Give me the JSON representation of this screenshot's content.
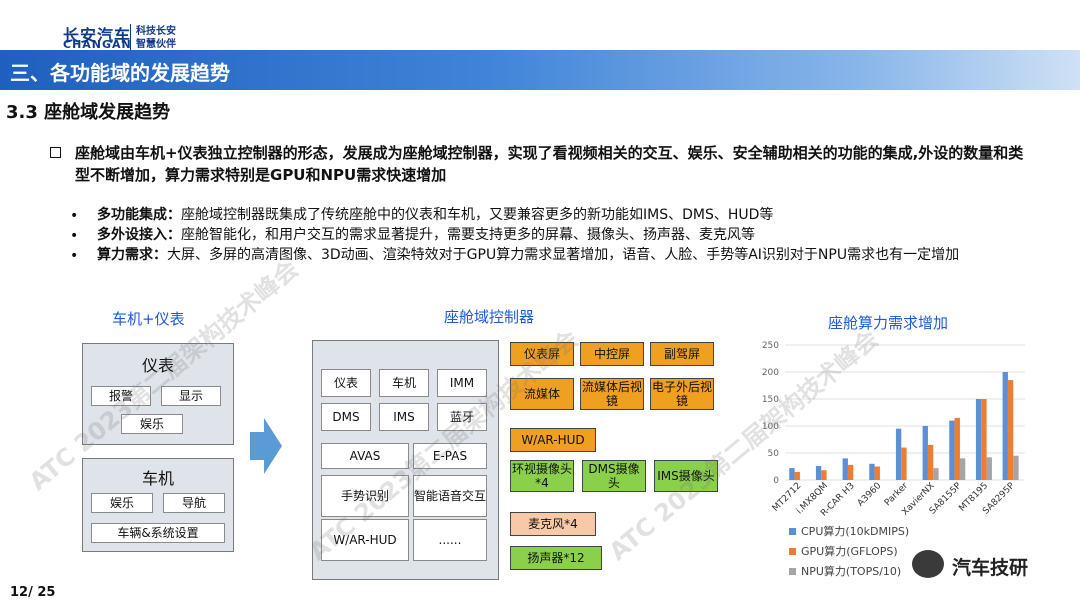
{
  "header": {
    "logo_cn": "长安汽车",
    "logo_en": "CHANGAN",
    "slogan_line1": "科技长安",
    "slogan_line2": "智慧伙伴",
    "banner_title": "三、各功能域的发展趋势"
  },
  "section_title": "3.3 座舱域发展趋势",
  "main_bullet": "座舱域由车机+仪表独立控制器的形态，发展成为座舱域控制器，实现了看视频相关的交互、娱乐、安全辅助相关的功能的集成,外设的数量和类型不断增加，算力需求特别是GPU和NPU需求快速增加",
  "sub_bullets": [
    {
      "term": "多功能集成：",
      "text": "座舱域控制器既集成了传统座舱中的仪表和车机，又要兼容更多的新功能如IMS、DMS、HUD等"
    },
    {
      "term": "多外设接入：",
      "text": "座舱智能化，和用户交互的需求显著提升，需要支持更多的屏幕、摄像头、扬声器、麦克风等"
    },
    {
      "term": "算力需求：",
      "text": "大屏、多屏的高清图像、3D动画、渲染特效对于GPU算力需求显著增加，语音、人脸、手势等AI识别对于NPU需求也有一定增加"
    }
  ],
  "left_diagram": {
    "title": "车机+仪表",
    "cluster_label": "仪表",
    "cluster_items": [
      "报警",
      "显示",
      "娱乐"
    ],
    "headunit_label": "车机",
    "headunit_items": [
      "娱乐",
      "导航",
      "车辆&系统设置"
    ]
  },
  "middle_diagram": {
    "title": "座舱域控制器",
    "inner": [
      "仪表",
      "车机",
      "IMM",
      "DMS",
      "IMS",
      "蓝牙",
      "AVAS",
      "E-PAS",
      "手势识别",
      "智能语音交互",
      "W/AR-HUD",
      "......"
    ],
    "peripherals": [
      "仪表屏",
      "中控屏",
      "副驾屏",
      "流媒体后视镜",
      "电子外后视镜",
      "W/AR-HUD",
      "环视摄像头*4",
      "DMS摄像头",
      "IMS摄像头",
      "麦克风*4",
      "扬声器*12"
    ]
  },
  "chart_data": {
    "type": "bar",
    "title": "座舱算力需求增加",
    "categories": [
      "MT2712",
      "i.MX8QM",
      "R-CAR H3",
      "A3960",
      "Parker",
      "XavierNX",
      "SA8155P",
      "MT8195",
      "SA8295P"
    ],
    "ylim": [
      0,
      250
    ],
    "yticks": [
      0,
      50,
      100,
      150,
      200,
      250
    ],
    "series": [
      {
        "name": "CPU算力(10kDMIPS)",
        "color": "#5b8fd6",
        "values": [
          22,
          26,
          40,
          30,
          95,
          100,
          110,
          150,
          200
        ]
      },
      {
        "name": "GPU算力(GFLOPS)",
        "color": "#ed7d31",
        "values": [
          15,
          18,
          28,
          25,
          60,
          65,
          115,
          150,
          185
        ]
      },
      {
        "name": "NPU算力(TOPS/10)",
        "color": "#a5a5a5",
        "values": [
          0,
          0,
          0,
          0,
          0,
          22,
          40,
          42,
          45
        ]
      }
    ],
    "legend_position": "bottom"
  },
  "footer": {
    "page": "12/ 25",
    "wechat": "汽车技研"
  },
  "watermark": "ATC 2023第二届架构技术峰会"
}
